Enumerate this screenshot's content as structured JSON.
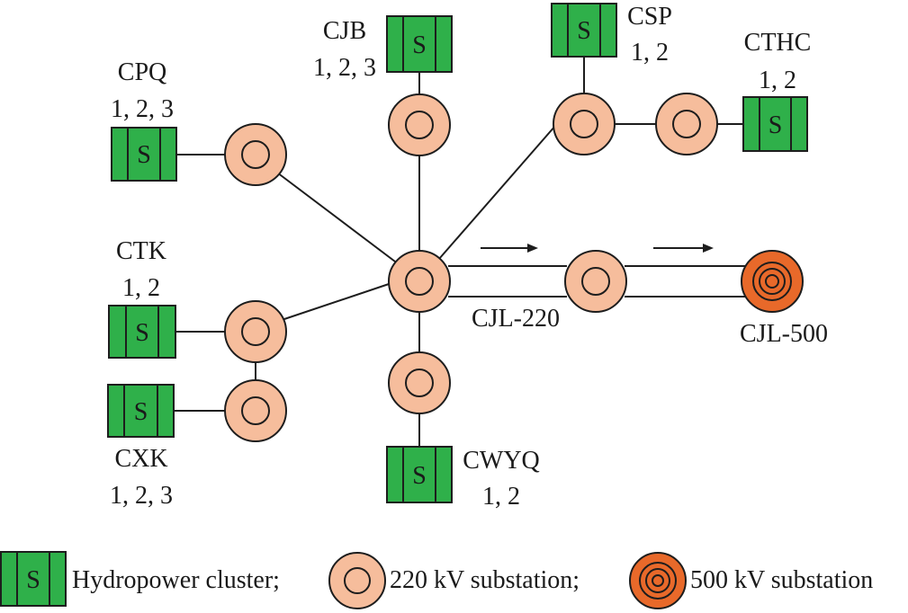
{
  "colors": {
    "hydro_fill": "#2fb04a",
    "hydro_stroke": "#1d1d1d",
    "sub220_fill": "#f6bd9c",
    "sub220_stroke": "#1d1d1d",
    "sub500_fill": "#e8692a",
    "line": "#1d1d1d"
  },
  "icons": {
    "hydropower": "hydropower-cluster-icon",
    "substation_220": "substation-220kv-icon",
    "substation_500": "substation-500kv-icon"
  },
  "hydro_symbol": "S",
  "nodes": {
    "cpq": {
      "name": "CPQ",
      "units": "1, 2, 3"
    },
    "cjb": {
      "name": "CJB",
      "units": "1, 2, 3"
    },
    "csp": {
      "name": "CSP",
      "units": "1, 2"
    },
    "cthc": {
      "name": "CTHC",
      "units": "1, 2"
    },
    "ctk": {
      "name": "CTK",
      "units": "1, 2"
    },
    "cxk": {
      "name": "CXK",
      "units": "1, 2, 3"
    },
    "cwyq": {
      "name": "CWYQ",
      "units": "1, 2"
    },
    "cjl220": {
      "name": "CJL-220"
    },
    "cjl500": {
      "name": "CJL-500"
    }
  },
  "legend": {
    "hydropower": "Hydropower cluster;",
    "sub220": "220 kV substation;",
    "sub500": "500 kV substation"
  }
}
